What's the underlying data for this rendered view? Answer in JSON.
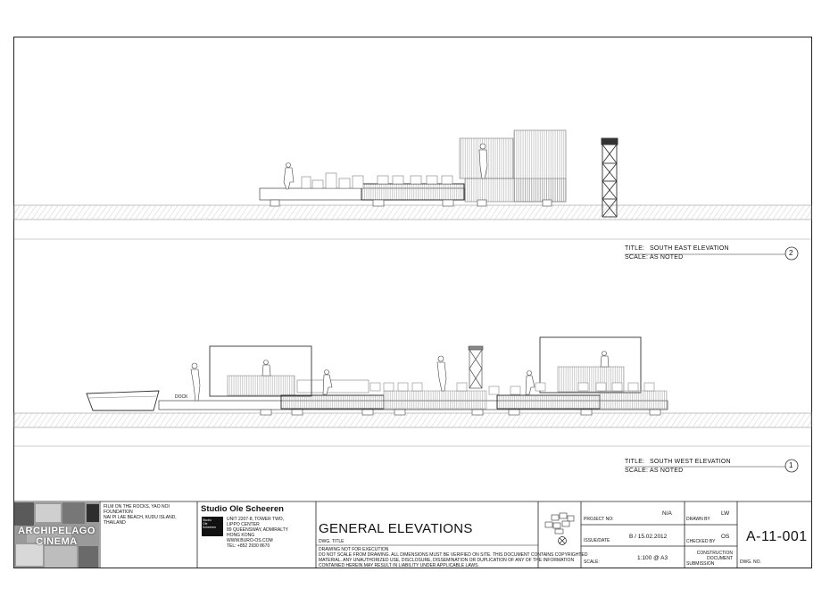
{
  "elevation_top": {
    "title_label": "TITLE:",
    "title": "SOUTH EAST ELEVATION",
    "scale_label": "SCALE:",
    "scale": "AS NOTED",
    "number": "2"
  },
  "elevation_bottom": {
    "title_label": "TITLE:",
    "title": "SOUTH WEST ELEVATION",
    "scale_label": "SCALE:",
    "scale": "AS NOTED",
    "number": "1",
    "dock_label": "DOCK"
  },
  "title_block": {
    "logo_text_line1": "ARCHIPELAGO",
    "logo_text_line2": "CINEMA",
    "client_lines": [
      "FILM ON THE ROCKS, YAO NOI",
      "FOUNDATION",
      "NAI PI LAE BEACH, KUDU ISLAND,",
      "THAILAND"
    ],
    "studio_name": "Studio Ole Scheeren",
    "studio_mark": [
      "Studio",
      "Ole",
      "Scheeren"
    ],
    "studio_address": [
      "UNIT 2207-8, TOWER TWO,",
      "LIPPO CENTER",
      "89 QUEENSWAY, ADMIRALTY",
      "HONG KONG",
      "WWW.BURO-OS.COM",
      "TEL: +852 2930 8670"
    ],
    "drawing_title": "GENERAL ELEVATIONS",
    "dwg_title_label": "DWG. TITLE",
    "disclaimer": [
      "DRAWING NOT FOR EXECUTION",
      "DO NOT SCALE FROM DRAWING. ALL DIMENSIONS MUST BE VERIFIED ON SITE. THIS DOCUMENT CONTAINS COPYRIGHTED",
      "MATERIAL. ANY UNAUTHORIZED USE, DISCLOSURE, DISSEMINATION OR DUPLICATION OF ANY OF THE INFORMATION",
      "CONTAINED HEREIN MAY RESULT IN LIABILITY UNDER APPLICABLE LAWS."
    ],
    "project_no_label": "PROJECT NO:",
    "project_no": "N/A",
    "drawn_by_label": "DRAWN BY",
    "drawn_by": "LW",
    "issue_date_label": "ISSUE/DATE",
    "issue_date": "B / 15.02.2012",
    "checked_by_label": "CHECKED BY",
    "checked_by": "OS",
    "scale_label": "SCALE:",
    "scale": "1:100 @ A3",
    "submission": [
      "CONSTRUCTION",
      "DOCUMENT",
      "SUBMISSION"
    ],
    "dwg_no": "A-11-001",
    "dwg_no_label": "DWG. NO."
  }
}
